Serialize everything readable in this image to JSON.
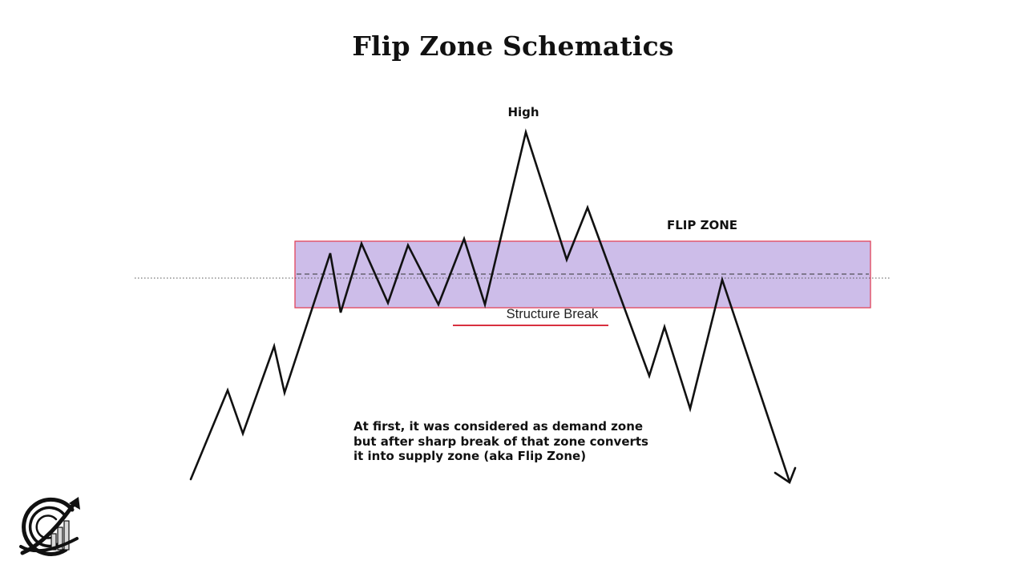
{
  "title": "Flip Zone Schematics",
  "labels": {
    "high": "High",
    "flip_zone": "FLIP ZONE",
    "structure_break": "Structure Break"
  },
  "note": {
    "lines": [
      "At first, it was considered as demand zone",
      "but after sharp break of that zone converts",
      "it into supply zone (aka Flip Zone)"
    ]
  },
  "colors": {
    "zone_fill": "#cdbde9",
    "zone_border": "#e0435a",
    "price_line": "#111111",
    "break_underline": "#d8303f",
    "level_line": "#555555"
  },
  "logo": {
    "icon": "chart-arrow-logo-icon"
  }
}
